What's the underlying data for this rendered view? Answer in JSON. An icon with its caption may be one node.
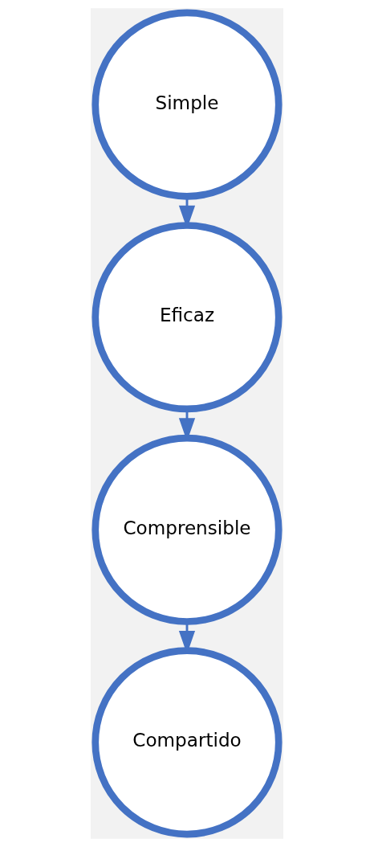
{
  "diagram": {
    "nodes": [
      {
        "text": [
          "Simple"
        ]
      },
      {
        "text": [
          "Eficaz"
        ]
      },
      {
        "text": [
          "Comprensible"
        ]
      },
      {
        "text": [
          "Compartido"
        ]
      }
    ],
    "edges": [
      {
        "from": 0,
        "to": 1,
        "arrow": "to"
      },
      {
        "from": 1,
        "to": 2,
        "arrow": "to"
      },
      {
        "from": 2,
        "to": 3,
        "arrow": "to"
      }
    ]
  }
}
